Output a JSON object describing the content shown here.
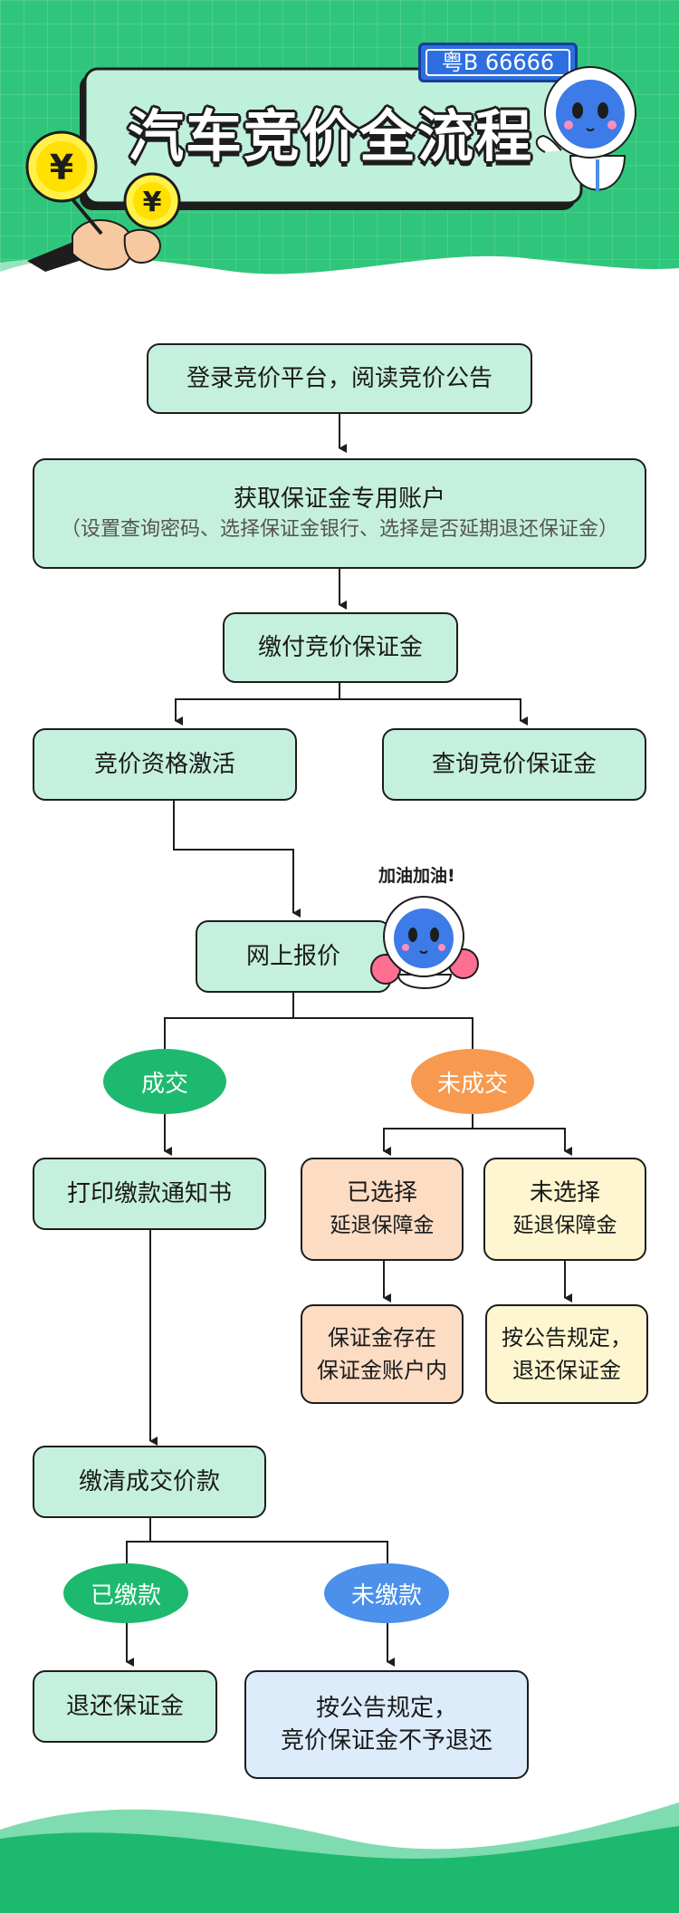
{
  "header": {
    "title": "汽车竞价全流程",
    "plate": "粤B 66666",
    "mascot_speech": "加油加油!"
  },
  "colors": {
    "green": "#2fc67b",
    "mint_box": "#c6f0de",
    "peach_box": "#fddcc4",
    "cream_box": "#fdf6d0",
    "blue_box": "#dcecfb",
    "oval_green": "#1db96e",
    "oval_orange": "#f79a4f",
    "oval_blue": "#4b90ea"
  },
  "flow": {
    "login": "登录竞价平台，阅读竞价公告",
    "account_title": "获取保证金专用账户",
    "account_note": "（设置查询密码、选择保证金银行、选择是否延期退还保证金）",
    "pay_deposit": "缴付竞价保证金",
    "activate": "竞价资格激活",
    "query_deposit": "查询竞价保证金",
    "online_bid": "网上报价",
    "deal": "成交",
    "no_deal": "未成交",
    "print_notice": "打印缴款通知书",
    "selected_title": "已选择",
    "selected_sub": "延退保障金",
    "unselected_title": "未选择",
    "unselected_sub": "延退保障金",
    "deposit_kept_1": "保证金存在",
    "deposit_kept_2": "保证金账户内",
    "refund_rule_1": "按公告规定，",
    "refund_rule_2": "退还保证金",
    "pay_full": "缴清成交价款",
    "paid": "已缴款",
    "unpaid": "未缴款",
    "refund": "退还保证金",
    "forfeit_1": "按公告规定，",
    "forfeit_2": "竞价保证金不予退还"
  }
}
